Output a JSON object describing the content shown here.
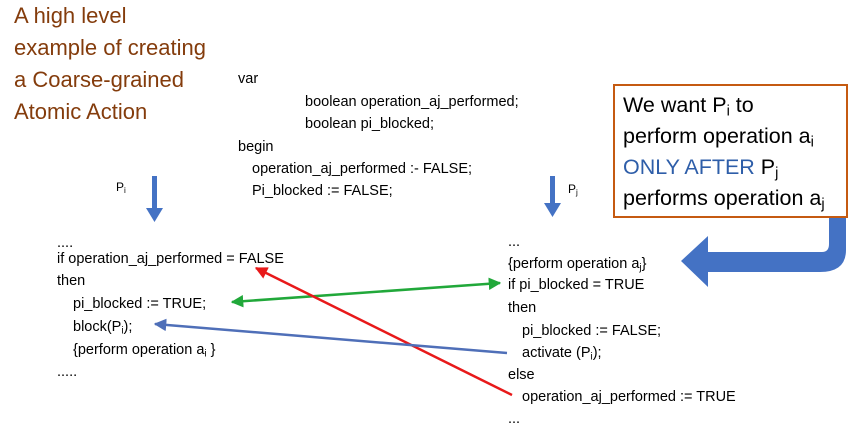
{
  "title": "A high level example of creating a Coarse-grained Atomic Action",
  "declarations": {
    "var": "var",
    "decl1": "boolean operation_aj_performed;",
    "decl2": "boolean pi_blocked;",
    "begin": "begin",
    "init1": "operation_aj_performed :- FALSE;",
    "init2": "Pi_blocked := FALSE;"
  },
  "labels": {
    "pi": "P",
    "pi_sub": "i",
    "pj": "P",
    "pj_sub": "j"
  },
  "left_code": {
    "l1": "....",
    "l2": "if operation_aj_performed = FALSE",
    "l3": "then",
    "l4": "pi_blocked := TRUE;",
    "l5_pre": "block(P",
    "l5_sub": "i",
    "l5_post": ");",
    "l6_pre": "{perform operation a",
    "l6_sub": "i",
    "l6_post": " }",
    "l7": "....."
  },
  "right_code": {
    "r1": "...",
    "r2_pre": "{perform operation a",
    "r2_sub": "j",
    "r2_post": "}",
    "r3": "if pi_blocked = TRUE",
    "r4": "then",
    "r5": "pi_blocked := FALSE;",
    "r6_pre": "activate (P",
    "r6_sub": "i",
    "r6_post": ");",
    "r7": "else",
    "r8": "operation_aj_performed := TRUE",
    "r9": "..."
  },
  "callout": {
    "l1_pre": "We want P",
    "l1_sub": "i",
    "l1_post": " to",
    "l2_pre": "perform operation a",
    "l2_sub": "i",
    "l3_highlight": "ONLY AFTER",
    "l3_pre": " P",
    "l3_sub": "j",
    "l4_pre": "performs operation a",
    "l4_sub": "j"
  },
  "colors": {
    "title": "#843C0C",
    "callout_border": "#C55A11",
    "highlight_text": "#2E5EA9",
    "down_arrow": "#4472C4",
    "callout_arrow": "#4472C4",
    "green_arrow": "#21A83A",
    "red_arrow": "#E8191A",
    "blue_arrow": "#4F6FB8"
  }
}
